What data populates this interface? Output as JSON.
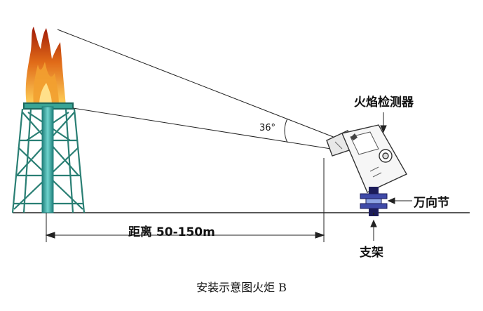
{
  "labels": {
    "detector": "火焰检测器",
    "universal_joint": "万向节",
    "bracket": "支架",
    "distance": "距离 50-150m",
    "angle": "36°"
  },
  "caption": "安装示意图火炬 B",
  "colors": {
    "tower": "#2a9a8c",
    "pipe": "#46b9b4",
    "flame_outer": "#b02010",
    "flame_mid": "#e8801e",
    "flame_core": "#ffd25a",
    "device": "#f4f4f4",
    "joint": "#2a2f8a",
    "line": "#222222"
  }
}
